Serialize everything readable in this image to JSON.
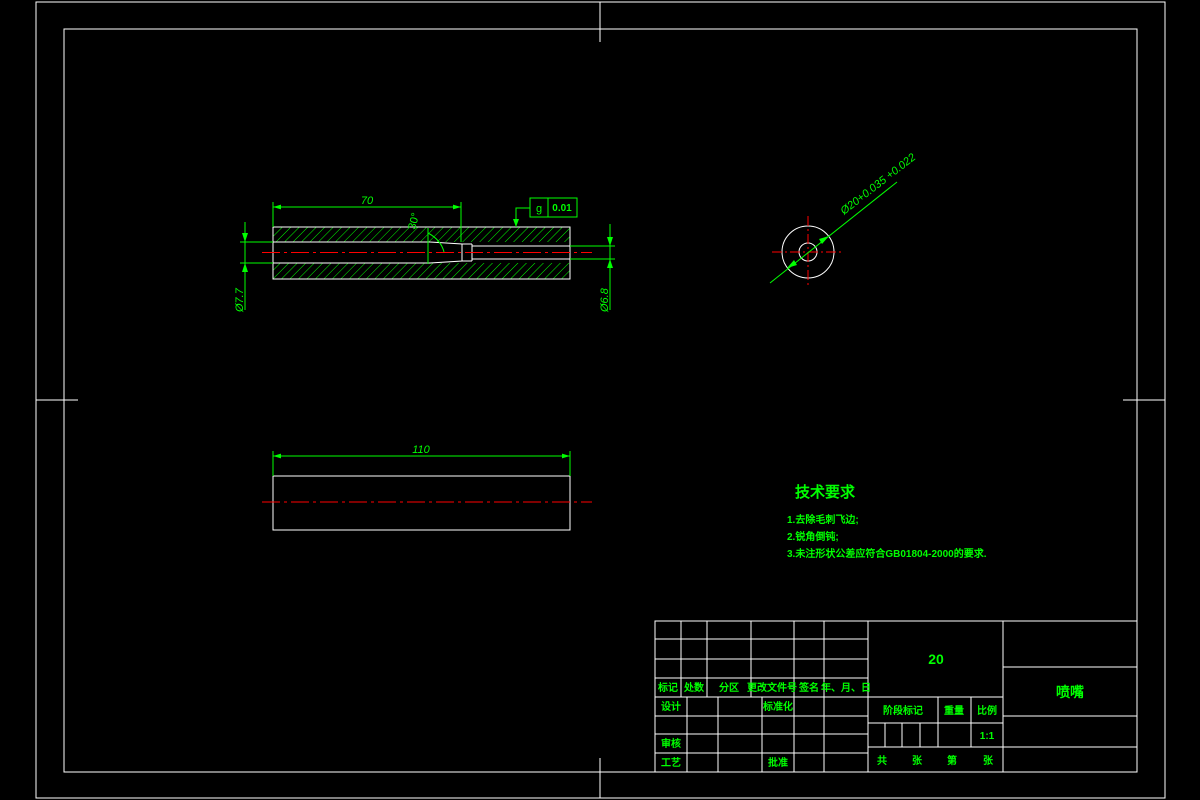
{
  "dimensions": {
    "bore_length": "70",
    "total_length": "110",
    "chamfer_angle": "30°",
    "dia_left": "Ø7.7",
    "dia_right": "Ø6.8",
    "dia_outer": "Ø20+0.035 +0.022"
  },
  "tolerance_frame": {
    "symbol": "g",
    "value": "0.01"
  },
  "notes": {
    "title": "技术要求",
    "items": [
      "1.去除毛刺飞边;",
      "2.锐角倒钝;",
      "3.未注形状公差应符合GB01804-2000的要求."
    ]
  },
  "title_block": {
    "material": "20",
    "part_name": "喷嘴",
    "scale": "1:1",
    "col_mark": "标记",
    "col_count": "处数",
    "col_zone": "分区",
    "col_doc": "更改文件号",
    "col_sign": "签名",
    "col_date": "年、月、日",
    "design": "设计",
    "standard": "标准化",
    "check": "审核",
    "process": "工艺",
    "approve": "批准",
    "stage_mark": "阶段标记",
    "weight": "重量",
    "scale_label": "比例",
    "total": "共",
    "sheet_unit1": "张",
    "sheet": "第",
    "sheet_unit2": "张"
  },
  "colors": {
    "background": "#000000",
    "outline": "#ffffff",
    "dimension": "#00ff00",
    "centerline": "#ff0000"
  }
}
